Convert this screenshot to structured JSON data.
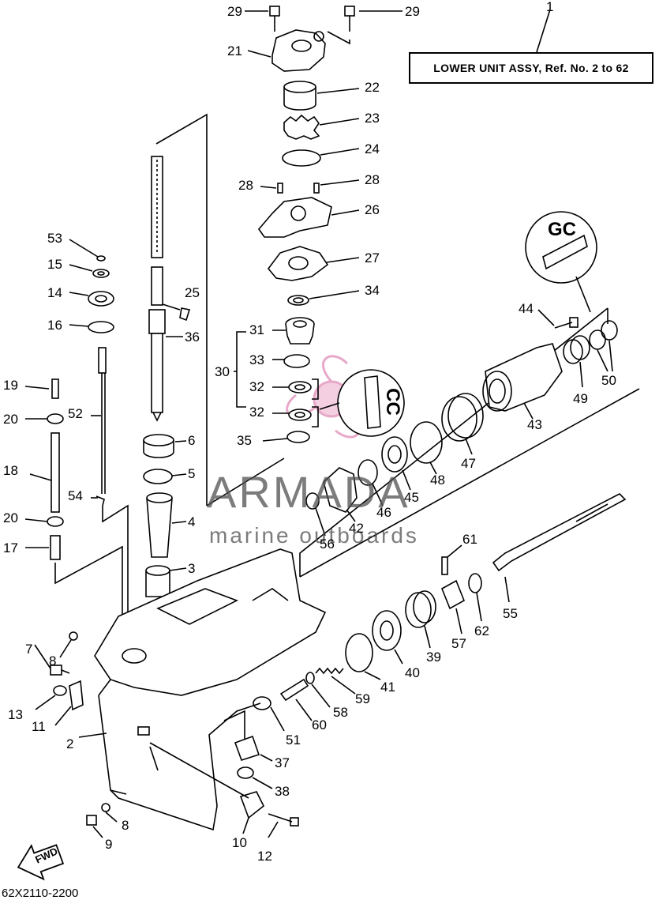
{
  "title": {
    "ref": "1",
    "text": "LOWER UNIT ASSY, Ref. No. 2 to 62"
  },
  "watermark": {
    "brand": "ARMADA",
    "tagline": "marine outboards"
  },
  "footer_code": "62X2110-2200",
  "fwd_label": "FWD",
  "inset_labels": {
    "gc": "GC",
    "cc": "CC"
  },
  "callouts": [
    {
      "id": "c29a",
      "text": "29"
    },
    {
      "id": "c29b",
      "text": "29"
    },
    {
      "id": "c21",
      "text": "21"
    },
    {
      "id": "c22",
      "text": "22"
    },
    {
      "id": "c23",
      "text": "23"
    },
    {
      "id": "c24",
      "text": "24"
    },
    {
      "id": "c28a",
      "text": "28"
    },
    {
      "id": "c28b",
      "text": "28"
    },
    {
      "id": "c26",
      "text": "26"
    },
    {
      "id": "c27",
      "text": "27"
    },
    {
      "id": "c34",
      "text": "34"
    },
    {
      "id": "c31",
      "text": "31"
    },
    {
      "id": "c33",
      "text": "33"
    },
    {
      "id": "c30",
      "text": "30"
    },
    {
      "id": "c32a",
      "text": "32"
    },
    {
      "id": "c32b",
      "text": "32"
    },
    {
      "id": "c35",
      "text": "35"
    },
    {
      "id": "c53",
      "text": "53"
    },
    {
      "id": "c15",
      "text": "15"
    },
    {
      "id": "c14",
      "text": "14"
    },
    {
      "id": "c16",
      "text": "16"
    },
    {
      "id": "c25",
      "text": "25"
    },
    {
      "id": "c36",
      "text": "36"
    },
    {
      "id": "c19",
      "text": "19"
    },
    {
      "id": "c20a",
      "text": "20"
    },
    {
      "id": "c52",
      "text": "52"
    },
    {
      "id": "c18",
      "text": "18"
    },
    {
      "id": "c54",
      "text": "54"
    },
    {
      "id": "c20b",
      "text": "20"
    },
    {
      "id": "c17",
      "text": "17"
    },
    {
      "id": "c6",
      "text": "6"
    },
    {
      "id": "c5",
      "text": "5"
    },
    {
      "id": "c4",
      "text": "4"
    },
    {
      "id": "c3",
      "text": "3"
    },
    {
      "id": "c44",
      "text": "44"
    },
    {
      "id": "c50",
      "text": "50"
    },
    {
      "id": "c49",
      "text": "49"
    },
    {
      "id": "c43",
      "text": "43"
    },
    {
      "id": "c47",
      "text": "47"
    },
    {
      "id": "c48",
      "text": "48"
    },
    {
      "id": "c45",
      "text": "45"
    },
    {
      "id": "c46",
      "text": "46"
    },
    {
      "id": "c42",
      "text": "42"
    },
    {
      "id": "c56",
      "text": "56"
    },
    {
      "id": "c61",
      "text": "61"
    },
    {
      "id": "c55",
      "text": "55"
    },
    {
      "id": "c62",
      "text": "62"
    },
    {
      "id": "c57",
      "text": "57"
    },
    {
      "id": "c39",
      "text": "39"
    },
    {
      "id": "c40",
      "text": "40"
    },
    {
      "id": "c41",
      "text": "41"
    },
    {
      "id": "c59",
      "text": "59"
    },
    {
      "id": "c58",
      "text": "58"
    },
    {
      "id": "c60",
      "text": "60"
    },
    {
      "id": "c51",
      "text": "51"
    },
    {
      "id": "c37",
      "text": "37"
    },
    {
      "id": "c38",
      "text": "38"
    },
    {
      "id": "c7",
      "text": "7"
    },
    {
      "id": "c8a",
      "text": "8"
    },
    {
      "id": "c13",
      "text": "13"
    },
    {
      "id": "c11",
      "text": "11"
    },
    {
      "id": "c2",
      "text": "2"
    },
    {
      "id": "c8b",
      "text": "8"
    },
    {
      "id": "c9",
      "text": "9"
    },
    {
      "id": "c10",
      "text": "10"
    },
    {
      "id": "c12",
      "text": "12"
    }
  ]
}
